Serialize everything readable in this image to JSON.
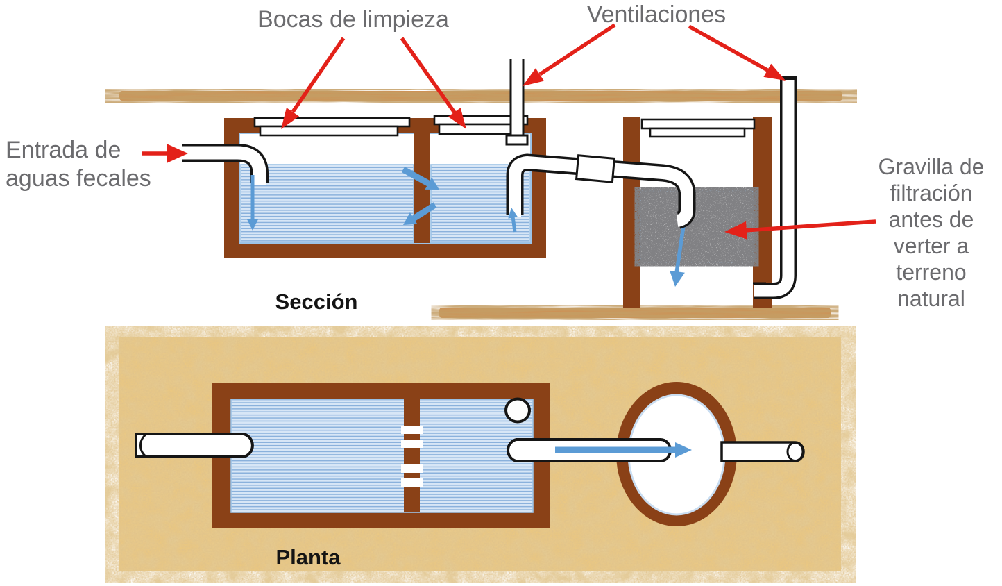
{
  "figure": {
    "description": "Septic tank system diagram, section and plan views"
  },
  "section_view": {
    "title": "Sección",
    "labels": {
      "cleanouts": "Bocas de limpieza",
      "vents": "Ventilaciones",
      "inlet_line1": "Entrada de",
      "inlet_line2": "aguas fecales",
      "gravel_lines": [
        "Gravilla de",
        "filtración",
        "antes de",
        "verter a",
        "terreno",
        "natural"
      ]
    }
  },
  "plan_view": {
    "title": "Planta"
  },
  "colors": {
    "brick": "#8a4117",
    "sand": "#ecc87f",
    "wood": "#cd9256",
    "red": "#e32119",
    "blue": "#5b9bd5",
    "ink": "#151515",
    "water-base": "#d7e6f6",
    "water-stripe": "#8ab1dc",
    "text-gray": "#6b6b6e",
    "text-black": "#141414"
  }
}
